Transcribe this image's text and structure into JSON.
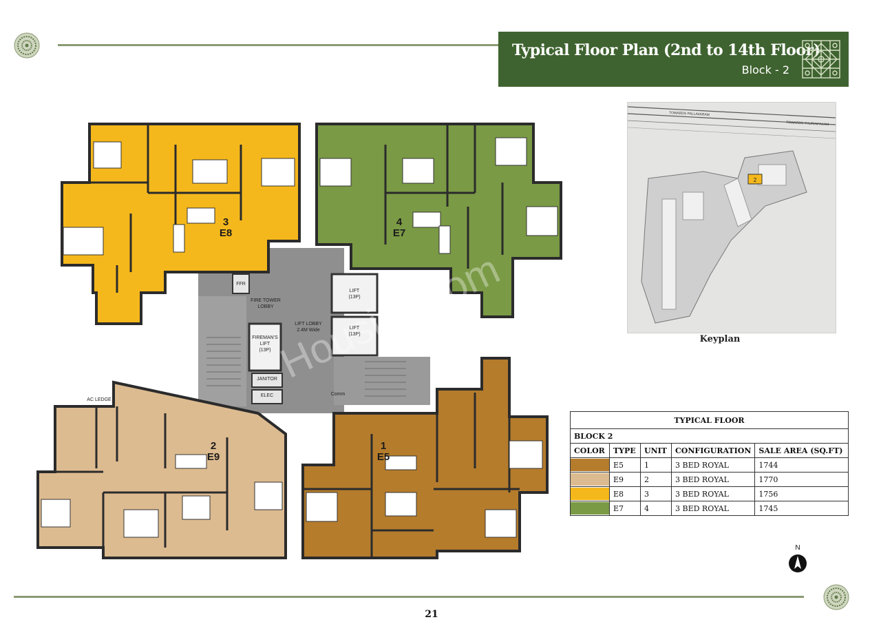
{
  "header": {
    "title": "Typical Floor Plan (2nd to 14th Floor)",
    "subtitle": "Block - 2"
  },
  "colors": {
    "brand_green": "#3f6330",
    "rule_green": "#8a9a72",
    "E5": "#b57c2c",
    "E9": "#ddbb90",
    "E8": "#f5b81c",
    "E7": "#7a9a45",
    "core": "#8f8f8f"
  },
  "floorplan": {
    "units": [
      {
        "number": "3",
        "type": "E8"
      },
      {
        "number": "4",
        "type": "E7"
      },
      {
        "number": "2",
        "type": "E9"
      },
      {
        "number": "1",
        "type": "E5"
      }
    ],
    "rooms": {
      "ffr": "FFR",
      "fire_tower_lobby": "FIRE TOWER\nLOBBY",
      "lift_lobby": "LIFT LOBBY\n2.4M Wide",
      "lift_1": "LIFT\n(13P)",
      "lift_2": "LIFT\n(13P)",
      "firemans_lift": "FIREMAN'S\nLIFT\n(13P)",
      "janitor": "JANITOR",
      "elec": "ELEC",
      "comm": "Comm",
      "ac_ledge": "AC LEDGE"
    },
    "watermark": "Housiey.com"
  },
  "keyplan": {
    "label": "Keyplan",
    "road_1": "TOWARDS PALLAVARAM",
    "road_2": "TOWARDS THURAIPAKAM",
    "block_marker": "2"
  },
  "table": {
    "title": "TYPICAL FLOOR",
    "block": "BLOCK 2",
    "headers": [
      "COLOR",
      "TYPE",
      "UNIT",
      "CONFIGURATION",
      "SALE AREA (SQ.FT)"
    ],
    "rows": [
      {
        "color": "#b57c2c",
        "type": "E5",
        "unit": "1",
        "config": "3 BED ROYAL",
        "area": "1744"
      },
      {
        "color": "#ddbb90",
        "type": "E9",
        "unit": "2",
        "config": "3 BED ROYAL",
        "area": "1770"
      },
      {
        "color": "#f5b81c",
        "type": "E8",
        "unit": "3",
        "config": "3 BED ROYAL",
        "area": "1756"
      },
      {
        "color": "#7a9a45",
        "type": "E7",
        "unit": "4",
        "config": "3 BED ROYAL",
        "area": "1745"
      }
    ]
  },
  "north": "N",
  "page_number": "21"
}
